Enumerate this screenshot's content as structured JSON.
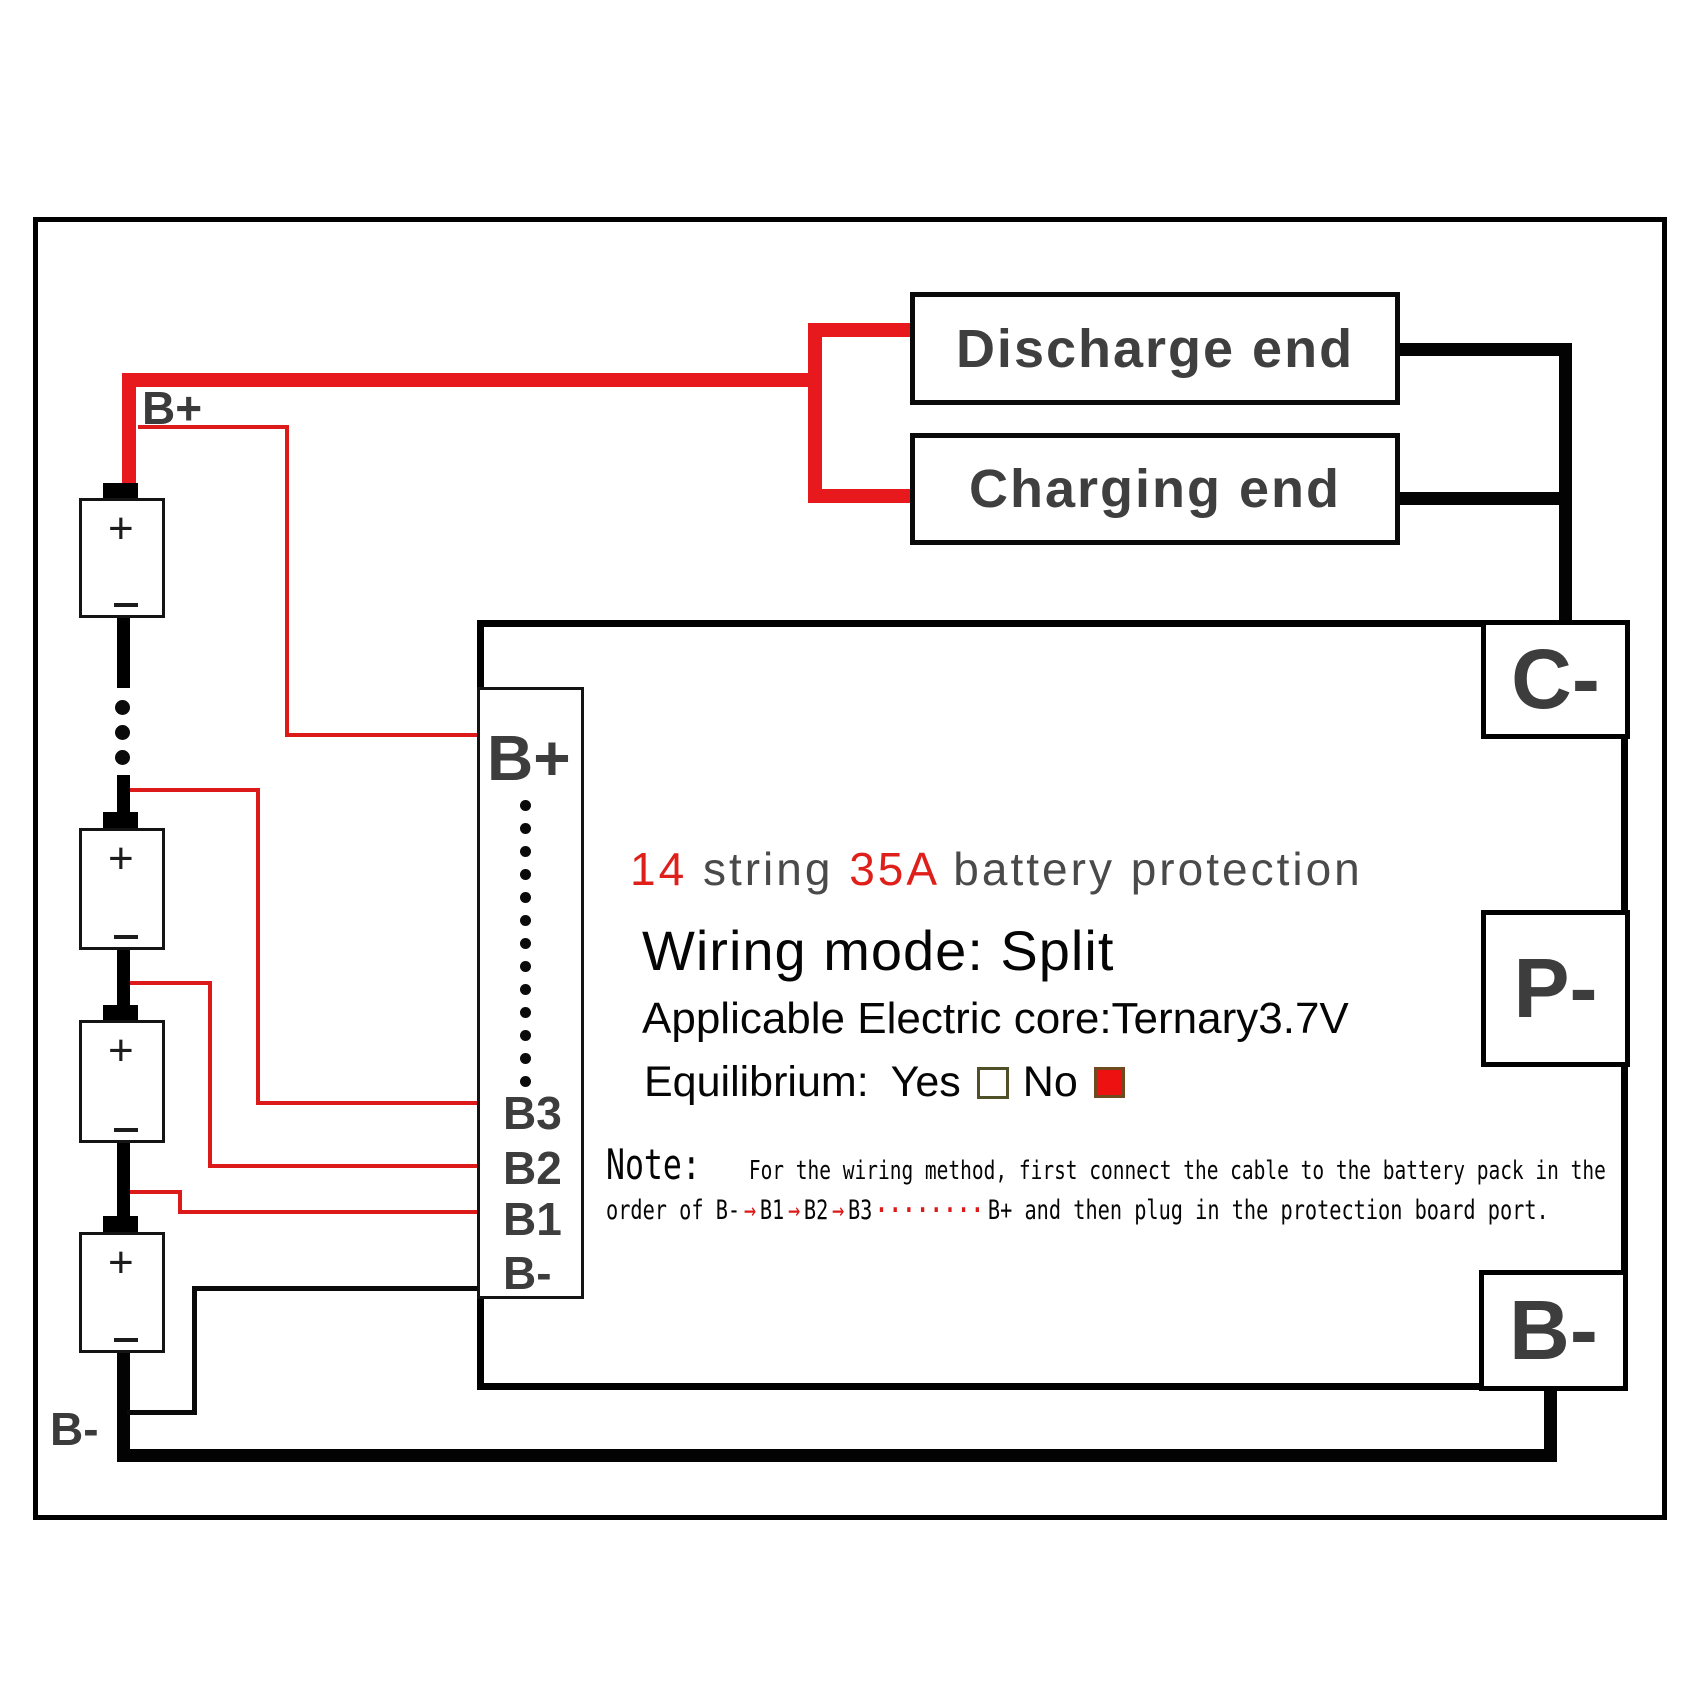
{
  "colors": {
    "wire_red": "#e8191c",
    "sense_red": "#dd1a1a",
    "accent_red": "#df1f1a",
    "label_gray": "#3d3d3d",
    "title_gray": "#4a4a4a",
    "checkbox_no_fill": "#ee1111",
    "black": "#030303"
  },
  "pack": {
    "b_plus_label": "B+",
    "b_minus_label": "B-",
    "cell_plus": "+"
  },
  "connectors": {
    "discharge": "Discharge end",
    "charging": "Charging end"
  },
  "board": {
    "terminal_c": "C-",
    "terminal_p": "P-",
    "terminal_b": "B-",
    "port": {
      "b_plus": "B+",
      "b3": "B3",
      "b2": "B2",
      "b1": "B1",
      "b_minus": "B-"
    },
    "title": {
      "t1": "14",
      "t2": " string ",
      "t3": "35A",
      "t4": " battery protection"
    },
    "wiring_mode": "Wiring mode: Split",
    "applicable": "Applicable Electric core:Ternary3.7V",
    "equilibrium": {
      "label": "Equilibrium:",
      "yes": "Yes",
      "no": "No"
    },
    "note": {
      "label": "Note:",
      "line1": "For the wiring method, first connect the cable to the battery pack in the",
      "order_prefix": "order of ",
      "s1": "B-",
      "s2": "B1",
      "s3": "B2",
      "s4": "B3",
      "arrow": "→",
      "dots": "········",
      "line2_suffix": "B+ and then plug in the protection board port."
    }
  }
}
